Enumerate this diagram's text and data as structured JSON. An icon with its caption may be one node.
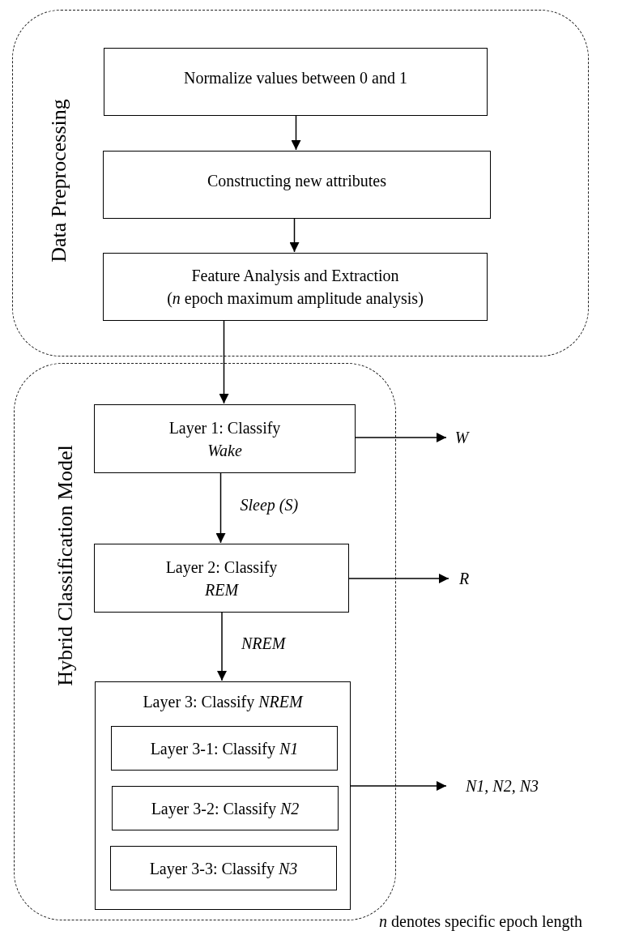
{
  "diagram": {
    "nodes": [
      {
        "text": [
          "Data Preprocessing"
        ]
      },
      {
        "text": [
          "Normalize values between 0 and 1"
        ],
        "in": 0
      },
      {
        "text": [
          "Constructing new attributes"
        ],
        "in": 0
      },
      {
        "text": [
          "Feature Analysis and Extraction",
          "(*n* epoch maximum amplitude analysis)"
        ],
        "in": 0
      },
      {
        "text": [
          "Hybrid Classification Model"
        ]
      },
      {
        "text": [
          "Layer 1: Classify",
          "Wake"
        ],
        "in": 4
      },
      {
        "text": [
          "Layer 2: Classify",
          "REM"
        ],
        "in": 4
      },
      {
        "text": [
          "Layer 3: Classify *NREM*"
        ],
        "in": 4
      },
      {
        "text": [
          "Layer 3-1: Classify *N1*"
        ],
        "in": 7
      },
      {
        "text": [
          "Layer 3-2: Classify *N2*"
        ],
        "in": 7
      },
      {
        "text": [
          "Layer 3-3: Classify *N3*"
        ],
        "in": 7
      },
      {
        "text": [
          "W"
        ]
      },
      {
        "text": [
          "R"
        ]
      },
      {
        "text": [
          "N1, N2, N3"
        ]
      }
    ],
    "edges": [
      {
        "from": 1,
        "to": 2,
        "arrow": "to"
      },
      {
        "from": 2,
        "to": 3,
        "arrow": "to"
      },
      {
        "from": 3,
        "to": 5,
        "arrow": "to"
      },
      {
        "from": 5,
        "to": 6,
        "arrow": "to",
        "label": "Sleep (S)"
      },
      {
        "from": 6,
        "to": 7,
        "arrow": "to",
        "label": "NREM"
      },
      {
        "from": 5,
        "to": 11,
        "arrow": "to"
      },
      {
        "from": 6,
        "to": 12,
        "arrow": "to"
      },
      {
        "from": 7,
        "to": 13,
        "arrow": "to"
      }
    ],
    "labels": [
      "*n* denotes specific epoch length"
    ]
  }
}
